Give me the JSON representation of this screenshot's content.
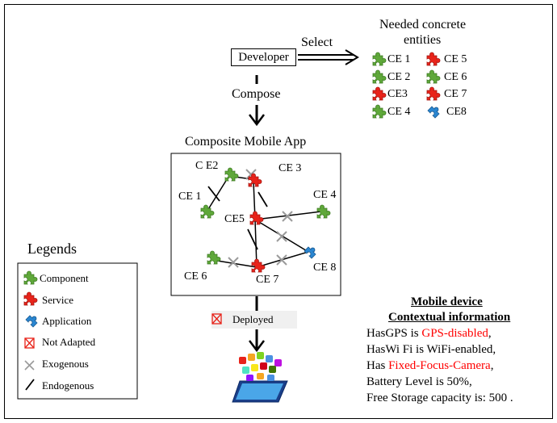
{
  "developer": {
    "label": "Developer"
  },
  "arrows": {
    "select": "Select",
    "compose": "Compose"
  },
  "needed": {
    "title_line1": "Needed concrete",
    "title_line2": "entities",
    "entities": [
      {
        "label": "CE 1",
        "kind": "component"
      },
      {
        "label": "CE 2",
        "kind": "component"
      },
      {
        "label": "CE3",
        "kind": "service"
      },
      {
        "label": "CE 4",
        "kind": "component"
      },
      {
        "label": "CE 5",
        "kind": "service"
      },
      {
        "label": "CE 6",
        "kind": "component"
      },
      {
        "label": "CE 7",
        "kind": "service"
      },
      {
        "label": "CE8",
        "kind": "application"
      }
    ]
  },
  "composite": {
    "title": "Composite Mobile App",
    "nodes": {
      "ce1": "CE 1",
      "ce2": "C E2",
      "ce3": "CE 3",
      "ce4": "CE 4",
      "ce5": "CE5",
      "ce6": "CE 6",
      "ce7": "CE 7",
      "ce8": "CE 8"
    }
  },
  "deployed": {
    "label": "Deployed"
  },
  "legends": {
    "title": "Legends",
    "items": [
      {
        "label": "Component",
        "symbol": "component-icon"
      },
      {
        "label": "Service",
        "symbol": "service-icon"
      },
      {
        "label": "Application",
        "symbol": "application-icon"
      },
      {
        "label": "Not Adapted",
        "symbol": "not-adapted-icon"
      },
      {
        "label": "Exogenous",
        "symbol": "cross-icon"
      },
      {
        "label": "Endogenous",
        "symbol": "slash-icon"
      }
    ]
  },
  "mobile": {
    "title_line1": "Mobile device",
    "title_line2": "Contextual information",
    "lines": [
      {
        "prefix": "HasGPS is ",
        "highlight": "GPS-disabled",
        "suffix": ","
      },
      {
        "prefix": "HasWi Fi is WiFi-enabled,",
        "highlight": "",
        "suffix": ""
      },
      {
        "prefix": "Has ",
        "highlight": "Fixed-Focus-Camera",
        "suffix": ","
      },
      {
        "prefix": "Battery Level is 50%,",
        "highlight": "",
        "suffix": ""
      },
      {
        "prefix": "Free Storage capacity is: 500 .",
        "highlight": "",
        "suffix": ""
      }
    ]
  },
  "colors": {
    "component": "#5fa83a",
    "service": "#e8231a",
    "application": "#2a86d1",
    "highlight": "#ff0000",
    "cross": "#9a9a9a"
  }
}
